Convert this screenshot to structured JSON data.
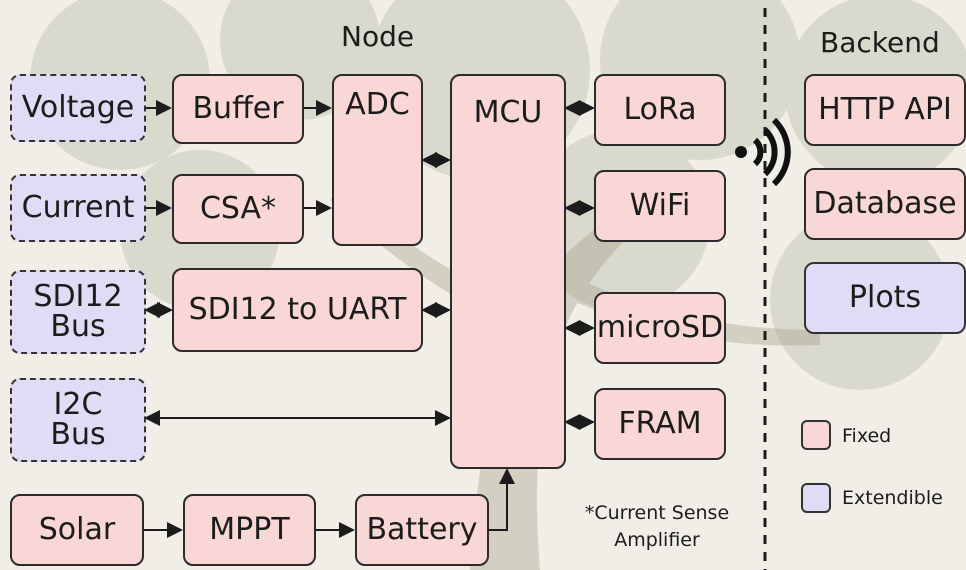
{
  "headings": {
    "node": "Node",
    "backend": "Backend"
  },
  "inputs": {
    "voltage": "Voltage",
    "current": "Current",
    "sdi12": [
      "SDI12",
      "Bus"
    ],
    "i2c": [
      "I2C",
      "Bus"
    ],
    "solar": "Solar"
  },
  "blocks": {
    "buffer": "Buffer",
    "csa": "CSA*",
    "adc": "ADC",
    "sdi12_uart": "SDI12 to UART",
    "mcu": "MCU",
    "mppt": "MPPT",
    "battery": "Battery"
  },
  "peripherals": {
    "lora": "LoRa",
    "wifi": "WiFi",
    "microsd": "microSD",
    "fram": "FRAM"
  },
  "backend": {
    "http_api": "HTTP API",
    "database": "Database",
    "plots": "Plots"
  },
  "footnote": [
    "*Current Sense",
    "Amplifier"
  ],
  "legend": {
    "fixed": "Fixed",
    "extendible": "Extendible"
  },
  "colors": {
    "fixed": "#f8d7d6",
    "extendible": "#e0dcf5",
    "border": "#2b2b2b"
  },
  "icons": {
    "wireless": "wireless-signal-icon"
  }
}
